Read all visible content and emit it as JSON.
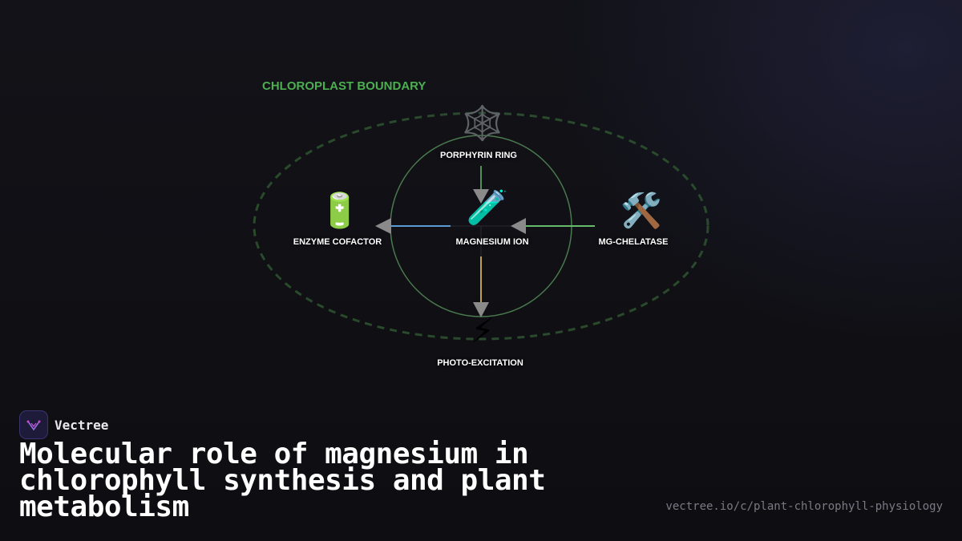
{
  "diagram": {
    "boundary_label": "CHLOROPLAST BOUNDARY",
    "nodes": {
      "porphyrin": {
        "label": "PORPHYRIN RING",
        "icon": "🕸️",
        "icon_name": "web-icon"
      },
      "magnesium": {
        "label": "MAGNESIUM ION",
        "icon": "🧪",
        "icon_name": "test-tube-icon"
      },
      "enzyme": {
        "label": "ENZYME COFACTOR",
        "icon": "🔋",
        "icon_name": "battery-icon"
      },
      "chelatase": {
        "label": "MG-CHELATASE",
        "icon": "🛠️",
        "icon_name": "tools-icon"
      },
      "photo": {
        "label": "PHOTO-EXCITATION",
        "icon": "⚡",
        "icon_name": "lightning-icon"
      }
    },
    "colors": {
      "boundary": "#4caf50",
      "edge_porphyrin": "#66bb6a",
      "edge_enzyme": "#5b9bd5",
      "edge_chelatase": "#66bb6a",
      "edge_photo": "#f4d35e",
      "arrowhead": "#8a8a8a"
    }
  },
  "brand": {
    "name": "Vectree"
  },
  "title": "Molecular role of magnesium in chlorophyll synthesis and plant metabolism",
  "url": "vectree.io/c/plant-chlorophyll-physiology"
}
